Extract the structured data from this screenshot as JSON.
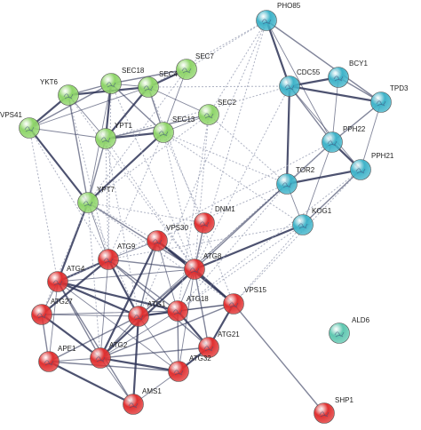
{
  "colors": {
    "green": "#8fd56a",
    "blue": "#3fb3c9",
    "red": "#e03030",
    "teal": "#5fc7b0",
    "edge_solid": "#2f3558",
    "edge_dashed": "#9aa0b5"
  },
  "nodes": [
    {
      "id": "PHO85",
      "label": "PHO85",
      "cluster": "blue"
    },
    {
      "id": "BCY1",
      "label": "BCY1",
      "cluster": "blue"
    },
    {
      "id": "CDC55",
      "label": "CDC55",
      "cluster": "blue"
    },
    {
      "id": "TPD3",
      "label": "TPD3",
      "cluster": "blue"
    },
    {
      "id": "PPH22",
      "label": "PPH22",
      "cluster": "blue"
    },
    {
      "id": "PPH21",
      "label": "PPH21",
      "cluster": "blue"
    },
    {
      "id": "TOR2",
      "label": "TOR2",
      "cluster": "blue"
    },
    {
      "id": "KOG1",
      "label": "KOG1",
      "cluster": "blue"
    },
    {
      "id": "SEC7",
      "label": "SEC7",
      "cluster": "green"
    },
    {
      "id": "SEC18",
      "label": "SEC18",
      "cluster": "green"
    },
    {
      "id": "YKT6",
      "label": "YKT6",
      "cluster": "green"
    },
    {
      "id": "SEC4",
      "label": "SEC4",
      "cluster": "green"
    },
    {
      "id": "VPS41",
      "label": "VPS41",
      "cluster": "green"
    },
    {
      "id": "YPT1",
      "label": "YPT1",
      "cluster": "green"
    },
    {
      "id": "SEC2",
      "label": "SEC2",
      "cluster": "green"
    },
    {
      "id": "SEC13",
      "label": "SEC13",
      "cluster": "green"
    },
    {
      "id": "YPT7",
      "label": "YPT7",
      "cluster": "green"
    },
    {
      "id": "DNM1",
      "label": "DNM1",
      "cluster": "red"
    },
    {
      "id": "VPS30",
      "label": "VPS30",
      "cluster": "red"
    },
    {
      "id": "ATG9",
      "label": "ATG9",
      "cluster": "red"
    },
    {
      "id": "ATG8",
      "label": "ATG8",
      "cluster": "red"
    },
    {
      "id": "ATG4",
      "label": "ATG4",
      "cluster": "red"
    },
    {
      "id": "VPS15",
      "label": "VPS15",
      "cluster": "red"
    },
    {
      "id": "ATG27",
      "label": "ATG27",
      "cluster": "red"
    },
    {
      "id": "ATG1",
      "label": "ATG1",
      "cluster": "red"
    },
    {
      "id": "ATG18",
      "label": "ATG18",
      "cluster": "red"
    },
    {
      "id": "ATG21",
      "label": "ATG21",
      "cluster": "red"
    },
    {
      "id": "APE1",
      "label": "APE1",
      "cluster": "red"
    },
    {
      "id": "ATG2",
      "label": "ATG2",
      "cluster": "red"
    },
    {
      "id": "ATG32",
      "label": "ATG32",
      "cluster": "red"
    },
    {
      "id": "AMS1",
      "label": "AMS1",
      "cluster": "red"
    },
    {
      "id": "SHP1",
      "label": "SHP1",
      "cluster": "red"
    },
    {
      "id": "ALD6",
      "label": "ALD6",
      "cluster": "teal"
    }
  ],
  "edges": [
    [
      "VPS41",
      "YKT6",
      "solid"
    ],
    [
      "VPS41",
      "SEC18",
      "solid"
    ],
    [
      "VPS41",
      "YPT1",
      "solid"
    ],
    [
      "VPS41",
      "YPT7",
      "solid"
    ],
    [
      "YKT6",
      "SEC18",
      "solid"
    ],
    [
      "YKT6",
      "YPT1",
      "solid"
    ],
    [
      "YKT6",
      "SEC4",
      "solid"
    ],
    [
      "YKT6",
      "YPT7",
      "solid"
    ],
    [
      "SEC18",
      "SEC4",
      "solid"
    ],
    [
      "SEC18",
      "YPT1",
      "solid"
    ],
    [
      "SEC18",
      "SEC13",
      "solid"
    ],
    [
      "SEC18",
      "YPT7",
      "solid"
    ],
    [
      "SEC4",
      "YPT1",
      "solid"
    ],
    [
      "SEC4",
      "SEC13",
      "solid"
    ],
    [
      "SEC4",
      "SEC2",
      "solid"
    ],
    [
      "SEC4",
      "SEC7",
      "solid"
    ],
    [
      "SEC7",
      "SEC18",
      "solid"
    ],
    [
      "SEC7",
      "SEC13",
      "solid"
    ],
    [
      "YPT1",
      "SEC13",
      "solid"
    ],
    [
      "YPT1",
      "YPT7",
      "solid"
    ],
    [
      "SEC13",
      "SEC2",
      "solid"
    ],
    [
      "SEC13",
      "YPT7",
      "solid"
    ],
    [
      "SEC2",
      "YPT1",
      "solid"
    ],
    [
      "VPS41",
      "SEC4",
      "solid"
    ],
    [
      "PHO85",
      "CDC55",
      "solid"
    ],
    [
      "PHO85",
      "TPD3",
      "solid"
    ],
    [
      "PHO85",
      "PPH22",
      "solid"
    ],
    [
      "BCY1",
      "CDC55",
      "solid"
    ],
    [
      "BCY1",
      "TPD3",
      "solid"
    ],
    [
      "BCY1",
      "PPH22",
      "solid"
    ],
    [
      "CDC55",
      "TPD3",
      "solid"
    ],
    [
      "CDC55",
      "PPH22",
      "solid"
    ],
    [
      "CDC55",
      "PPH21",
      "solid"
    ],
    [
      "CDC55",
      "TOR2",
      "solid"
    ],
    [
      "TPD3",
      "PPH22",
      "solid"
    ],
    [
      "TPD3",
      "PPH21",
      "solid"
    ],
    [
      "PPH22",
      "PPH21",
      "solid"
    ],
    [
      "PPH22",
      "TOR2",
      "solid"
    ],
    [
      "PPH22",
      "KOG1",
      "solid"
    ],
    [
      "PPH21",
      "TOR2",
      "solid"
    ],
    [
      "PPH21",
      "KOG1",
      "solid"
    ],
    [
      "TOR2",
      "KOG1",
      "solid"
    ],
    [
      "ATG9",
      "ATG4",
      "solid"
    ],
    [
      "ATG9",
      "ATG8",
      "solid"
    ],
    [
      "ATG9",
      "VPS30",
      "solid"
    ],
    [
      "ATG9",
      "ATG1",
      "solid"
    ],
    [
      "ATG9",
      "ATG18",
      "solid"
    ],
    [
      "ATG9",
      "ATG2",
      "solid"
    ],
    [
      "ATG9",
      "ATG27",
      "solid"
    ],
    [
      "ATG9",
      "ATG21",
      "solid"
    ],
    [
      "ATG8",
      "ATG4",
      "solid"
    ],
    [
      "ATG8",
      "VPS30",
      "solid"
    ],
    [
      "ATG8",
      "ATG1",
      "solid"
    ],
    [
      "ATG8",
      "ATG18",
      "solid"
    ],
    [
      "ATG8",
      "ATG2",
      "solid"
    ],
    [
      "ATG8",
      "ATG21",
      "solid"
    ],
    [
      "ATG8",
      "ATG32",
      "solid"
    ],
    [
      "ATG8",
      "VPS15",
      "solid"
    ],
    [
      "ATG8",
      "DNM1",
      "solid"
    ],
    [
      "ATG4",
      "ATG27",
      "solid"
    ],
    [
      "ATG4",
      "ATG1",
      "solid"
    ],
    [
      "ATG4",
      "ATG2",
      "solid"
    ],
    [
      "ATG4",
      "APE1",
      "solid"
    ],
    [
      "ATG4",
      "ATG18",
      "solid"
    ],
    [
      "ATG4",
      "AMS1",
      "solid"
    ],
    [
      "ATG4",
      "ATG32",
      "solid"
    ],
    [
      "VPS30",
      "VPS15",
      "solid"
    ],
    [
      "VPS30",
      "ATG1",
      "solid"
    ],
    [
      "VPS30",
      "ATG18",
      "solid"
    ],
    [
      "VPS30",
      "ATG2",
      "solid"
    ],
    [
      "VPS15",
      "ATG18",
      "solid"
    ],
    [
      "VPS15",
      "ATG1",
      "solid"
    ],
    [
      "VPS15",
      "ATG21",
      "solid"
    ],
    [
      "VPS15",
      "ATG2",
      "solid"
    ],
    [
      "ATG27",
      "ATG1",
      "solid"
    ],
    [
      "ATG27",
      "ATG2",
      "solid"
    ],
    [
      "ATG27",
      "APE1",
      "solid"
    ],
    [
      "ATG27",
      "ATG18",
      "solid"
    ],
    [
      "ATG1",
      "ATG18",
      "solid"
    ],
    [
      "ATG1",
      "ATG2",
      "solid"
    ],
    [
      "ATG1",
      "ATG32",
      "solid"
    ],
    [
      "ATG1",
      "AMS1",
      "solid"
    ],
    [
      "ATG1",
      "APE1",
      "solid"
    ],
    [
      "ATG18",
      "ATG2",
      "solid"
    ],
    [
      "ATG18",
      "ATG21",
      "solid"
    ],
    [
      "ATG18",
      "ATG32",
      "solid"
    ],
    [
      "APE1",
      "ATG2",
      "solid"
    ],
    [
      "APE1",
      "AMS1",
      "solid"
    ],
    [
      "APE1",
      "ATG32",
      "solid"
    ],
    [
      "ATG2",
      "AMS1",
      "solid"
    ],
    [
      "ATG2",
      "ATG32",
      "solid"
    ],
    [
      "ATG2",
      "ATG21",
      "solid"
    ],
    [
      "ATG32",
      "AMS1",
      "solid"
    ],
    [
      "ATG21",
      "ATG32",
      "solid"
    ],
    [
      "VPS15",
      "SHP1",
      "solid"
    ],
    [
      "YPT7",
      "ATG9",
      "solid"
    ],
    [
      "YPT7",
      "ATG4",
      "solid"
    ],
    [
      "YPT7",
      "ATG8",
      "solid"
    ],
    [
      "TOR2",
      "ATG1",
      "solid"
    ],
    [
      "KOG1",
      "ATG8",
      "solid"
    ],
    [
      "TOR2",
      "ATG8",
      "solid"
    ],
    [
      "SEC4",
      "PHO85",
      "dashed"
    ],
    [
      "SEC2",
      "PHO85",
      "dashed"
    ],
    [
      "SEC4",
      "CDC55",
      "dashed"
    ],
    [
      "SEC2",
      "TOR2",
      "dashed"
    ],
    [
      "SEC13",
      "TOR2",
      "dashed"
    ],
    [
      "SEC13",
      "KOG1",
      "dashed"
    ],
    [
      "YPT1",
      "CDC55",
      "dashed"
    ],
    [
      "SEC7",
      "PHO85",
      "dashed"
    ],
    [
      "YPT7",
      "DNM1",
      "dashed"
    ],
    [
      "YPT7",
      "VPS30",
      "dashed"
    ],
    [
      "YPT7",
      "ATG27",
      "dashed"
    ],
    [
      "YPT7",
      "ATG1",
      "dashed"
    ],
    [
      "YPT7",
      "ATG2",
      "dashed"
    ],
    [
      "YPT7",
      "VPS15",
      "dashed"
    ],
    [
      "VPS41",
      "ATG4",
      "dashed"
    ],
    [
      "VPS41",
      "ATG9",
      "dashed"
    ],
    [
      "YKT6",
      "ATG9",
      "dashed"
    ],
    [
      "YKT6",
      "ATG8",
      "dashed"
    ],
    [
      "SEC18",
      "ATG8",
      "dashed"
    ],
    [
      "SEC18",
      "ATG9",
      "dashed"
    ],
    [
      "YPT1",
      "ATG9",
      "dashed"
    ],
    [
      "YPT1",
      "ATG8",
      "dashed"
    ],
    [
      "YPT1",
      "ATG1",
      "dashed"
    ],
    [
      "SEC13",
      "ATG9",
      "dashed"
    ],
    [
      "SEC13",
      "ATG8",
      "dashed"
    ],
    [
      "SEC2",
      "ATG8",
      "dashed"
    ],
    [
      "SEC2",
      "ATG18",
      "dashed"
    ],
    [
      "SEC4",
      "VPS15",
      "dashed"
    ],
    [
      "KOG1",
      "ATG9",
      "dashed"
    ],
    [
      "KOG1",
      "ATG18",
      "dashed"
    ],
    [
      "KOG1",
      "VPS15",
      "dashed"
    ],
    [
      "TOR2",
      "ATG4",
      "dashed"
    ],
    [
      "TOR2",
      "ATG18",
      "dashed"
    ],
    [
      "CDC55",
      "ATG8",
      "dashed"
    ],
    [
      "PPH22",
      "ATG9",
      "dashed"
    ],
    [
      "PPH22",
      "ATG1",
      "dashed"
    ],
    [
      "PPH21",
      "ATG18",
      "dashed"
    ],
    [
      "PPH21",
      "VPS15",
      "dashed"
    ],
    [
      "PHO85",
      "ATG8",
      "dashed"
    ],
    [
      "PHO85",
      "ATG1",
      "dashed"
    ],
    [
      "SEC13",
      "DNM1",
      "dashed"
    ],
    [
      "SEC7",
      "YPT7",
      "dashed"
    ],
    [
      "SEC2",
      "YPT7",
      "dashed"
    ]
  ]
}
